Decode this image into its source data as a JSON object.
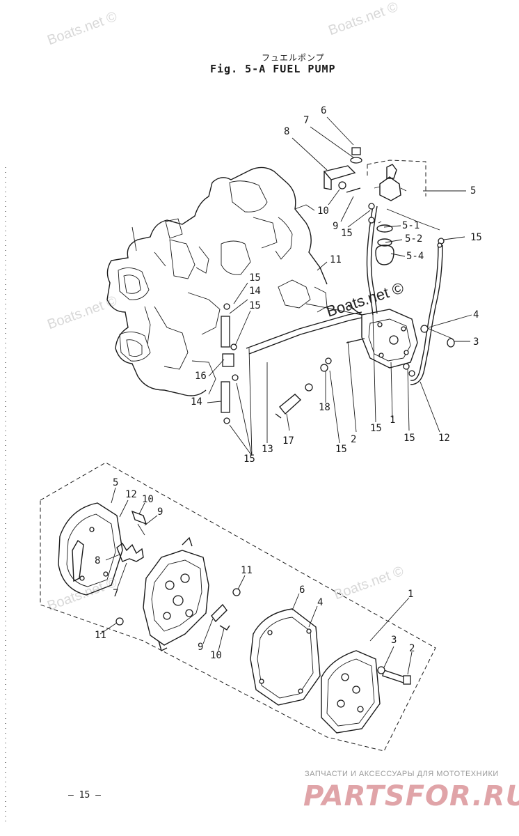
{
  "title_japanese": "フュエルポンプ",
  "title": "Fig. 5-A   FUEL PUMP",
  "watermark": "Boats.net ©",
  "page_number": "– 15 –",
  "shop_tagline": "ЗАПЧАСТИ И АКСЕССУАРЫ ДЛЯ МОТОТЕХНИКИ",
  "shop_logo": "PARTSFOR.RU",
  "upper_callouts": [
    "6",
    "7",
    "8",
    "10",
    "9",
    "15",
    "5",
    "5-1",
    "5-2",
    "5-4",
    "15",
    "11",
    "15",
    "14",
    "15",
    "4",
    "3",
    "16",
    "14",
    "18",
    "17",
    "13",
    "15",
    "15",
    "2",
    "15",
    "1",
    "15",
    "12"
  ],
  "lower_callouts": [
    "5",
    "12",
    "10",
    "9",
    "8",
    "7",
    "11",
    "11",
    "9",
    "10",
    "6",
    "4",
    "1",
    "3",
    "2"
  ]
}
